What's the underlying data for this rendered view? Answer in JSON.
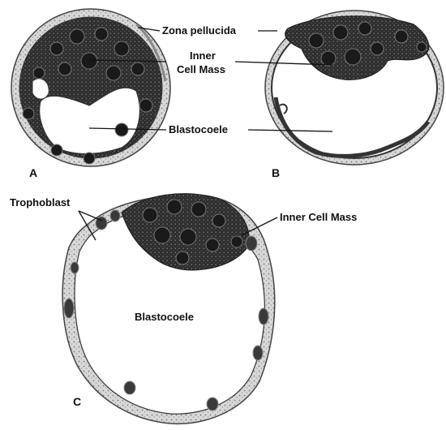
{
  "labels": {
    "zona_pellucida": "Zona pellucida",
    "inner_cell_mass_line1": "Inner",
    "inner_cell_mass_line2": "Cell Mass",
    "blastocoele_ab": "Blastocoele",
    "trophoblast": "Trophoblast",
    "inner_cell_mass_c": "Inner Cell Mass",
    "blastocoele_c": "Blastocoele"
  },
  "panels": {
    "a": "A",
    "b": "B",
    "c": "C"
  },
  "colors": {
    "ink": "#111111",
    "cell_fill": "#3a3a3a",
    "membrane": "#555555",
    "cavity": "#ffffff"
  }
}
